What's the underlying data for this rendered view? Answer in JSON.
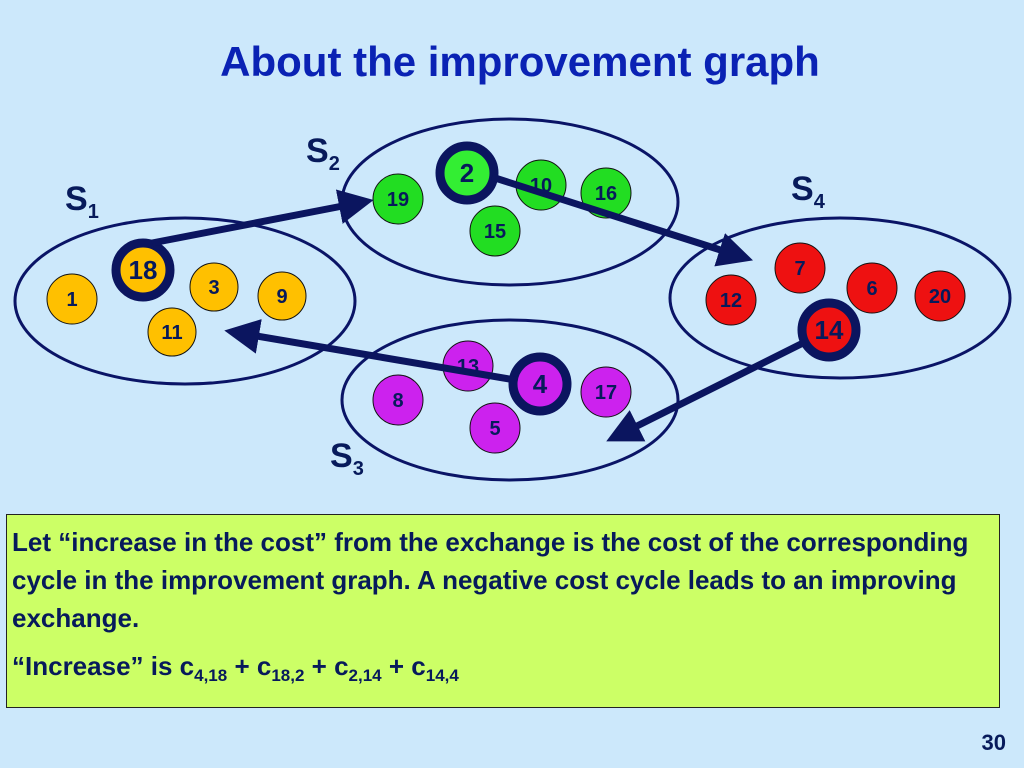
{
  "slide": {
    "title": "About the improvement graph",
    "page_number": "30"
  },
  "sets": [
    {
      "letter": "S",
      "index": "1",
      "nodes": [
        {
          "label": "18",
          "color": "#ffc000",
          "highlight": true
        },
        {
          "label": "3",
          "color": "#ffc000"
        },
        {
          "label": "9",
          "color": "#ffc000"
        },
        {
          "label": "1",
          "color": "#ffc000"
        },
        {
          "label": "11",
          "color": "#ffc000"
        }
      ]
    },
    {
      "letter": "S",
      "index": "2",
      "nodes": [
        {
          "label": "2",
          "color": "#33ee33",
          "highlight": true
        },
        {
          "label": "10",
          "color": "#22dd22"
        },
        {
          "label": "16",
          "color": "#22dd22"
        },
        {
          "label": "19",
          "color": "#22dd22"
        },
        {
          "label": "15",
          "color": "#22dd22"
        }
      ]
    },
    {
      "letter": "S",
      "index": "3",
      "nodes": [
        {
          "label": "4",
          "color": "#cc22ee",
          "highlight": true
        },
        {
          "label": "13",
          "color": "#cc22ee"
        },
        {
          "label": "17",
          "color": "#cc22ee"
        },
        {
          "label": "8",
          "color": "#cc22ee"
        },
        {
          "label": "5",
          "color": "#cc22ee"
        }
      ]
    },
    {
      "letter": "S",
      "index": "4",
      "nodes": [
        {
          "label": "14",
          "color": "#ee1111",
          "highlight": true
        },
        {
          "label": "7",
          "color": "#ee1111"
        },
        {
          "label": "6",
          "color": "#ee1111"
        },
        {
          "label": "20",
          "color": "#ee1111"
        },
        {
          "label": "12",
          "color": "#ee1111"
        }
      ]
    }
  ],
  "arrows": [
    {
      "from": "18",
      "to": "S2"
    },
    {
      "from": "2",
      "to": "S4"
    },
    {
      "from": "14",
      "to": "S3"
    },
    {
      "from": "4",
      "to": "S1"
    }
  ],
  "textbox": {
    "paragraph1": "Let “increase in the cost” from the exchange is the cost of the corresponding cycle in the improvement graph.  A negative cost cycle leads to an improving exchange.",
    "p2_prefix": "“Increase” is ",
    "terms": [
      {
        "c": "c",
        "sub": "4,18"
      },
      {
        "c": "c",
        "sub": "18,2"
      },
      {
        "c": "c",
        "sub": "2,14"
      },
      {
        "c": "c",
        "sub": "14,4"
      }
    ],
    "plus": " + "
  },
  "colors": {
    "background": "#cce8fb",
    "title": "#0a22b4",
    "ellipse_stroke": "#0a1466",
    "arrow": "#0b155f",
    "highlight_ring": "#0b155f",
    "textbox_bg": "#ccff66",
    "text": "#071a5b"
  }
}
